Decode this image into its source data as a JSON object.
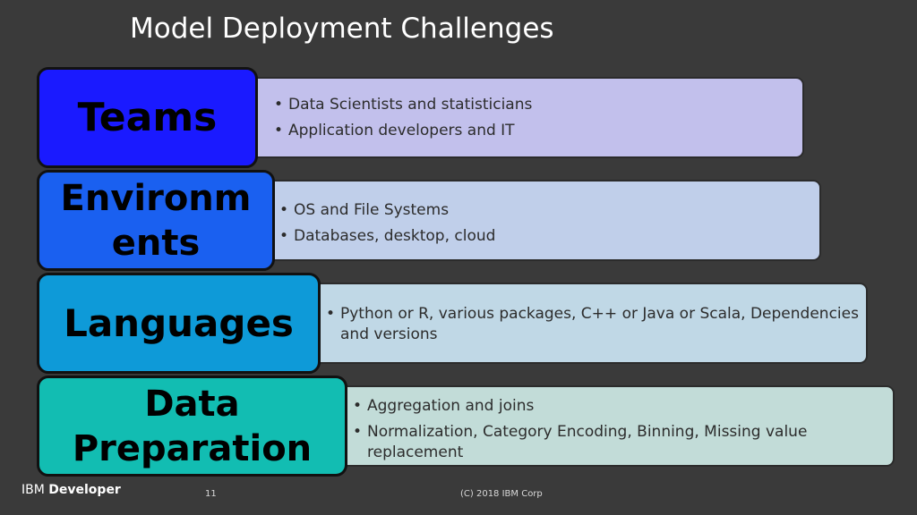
{
  "slide": {
    "title": "Model Deployment Challenges"
  },
  "challenges": [
    {
      "label": "Teams",
      "badge_color": "#1a1aff",
      "panel_color": "#c2c0ec",
      "bullets": [
        "Data Scientists and statisticians",
        "Application developers and IT"
      ]
    },
    {
      "label": "Environm\nents",
      "badge_color": "#1a60f0",
      "panel_color": "#c0cfea",
      "bullets": [
        "OS and File Systems",
        "Databases, desktop, cloud"
      ]
    },
    {
      "label": "Languages",
      "badge_color": "#0e9ad8",
      "panel_color": "#c0d8e6",
      "bullets": [
        "Python or R, various packages, C++ or Java or Scala, Dependencies and versions"
      ]
    },
    {
      "label": "Data\nPreparation",
      "badge_color": "#12bdb2",
      "panel_color": "#c2dcd8",
      "bullets": [
        "Aggregation and joins",
        "Normalization, Category Encoding, Binning, Missing value replacement"
      ]
    }
  ],
  "footer": {
    "brand_prefix": "IBM",
    "brand_suffix": "Developer",
    "page_number": "11",
    "copyright": "(C) 2018 IBM Corp"
  }
}
